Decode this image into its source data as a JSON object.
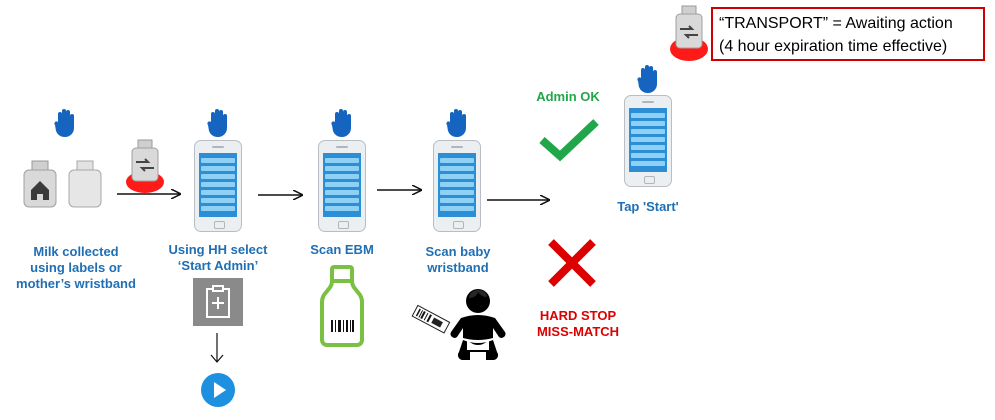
{
  "note": {
    "line1": "“TRANSPORT” = Awaiting action",
    "line2": "(4 hour expiration time effective)"
  },
  "steps": {
    "milk_collected": [
      "Milk collected",
      "using labels or",
      "mother’s wristband"
    ],
    "start_admin": [
      "Using HH select",
      "‘Start Admin’"
    ],
    "scan_ebm": [
      "Scan EBM"
    ],
    "scan_baby": [
      "Scan baby",
      "wristband"
    ],
    "tap_start": [
      "Tap 'Start'"
    ]
  },
  "outcomes": {
    "ok": "Admin OK",
    "hard_stop": [
      "HARD STOP",
      "MISS-MATCH"
    ]
  },
  "colors": {
    "label_blue": "#1f6fb5",
    "ok_green": "#22a64a",
    "stop_red": "#dd0000",
    "hand_blue": "#1565c0"
  },
  "icons": [
    "hand-icon",
    "jar-icon",
    "transport-jar-icon",
    "phone-icon",
    "clipboard-plus-icon",
    "play-icon",
    "milk-bottle-barcode-icon",
    "baby-icon",
    "barcode-scanner-icon",
    "checkmark-icon",
    "x-mark-icon",
    "arrow-icon"
  ]
}
